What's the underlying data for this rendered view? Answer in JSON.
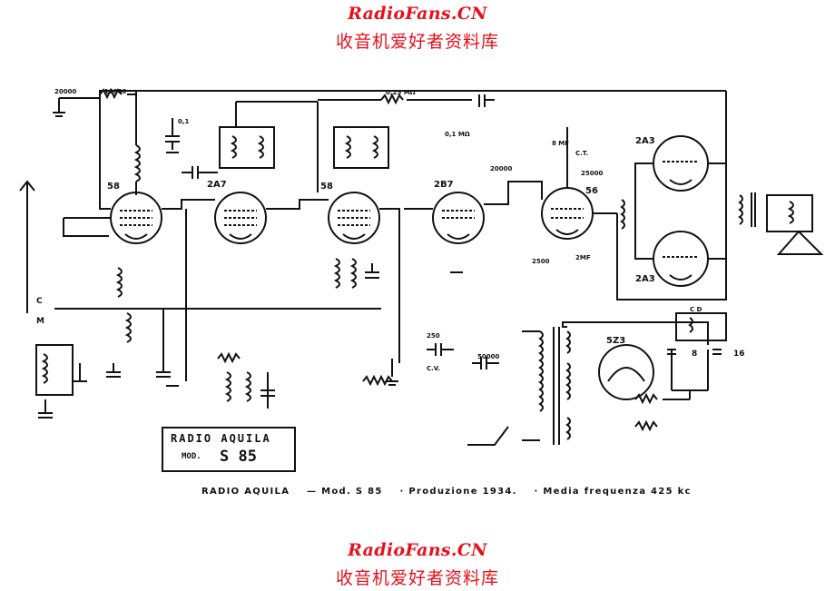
{
  "watermark": {
    "site": "RadioFans.CN",
    "chinese": "收音机爱好者资料库"
  },
  "plate": {
    "brand": "RADIO AQUILA",
    "mod_label": "MOD.",
    "model": "S 85"
  },
  "caption": {
    "brand": "RADIO AQUILA",
    "model": "— Mod. S 85",
    "production": "· Produzione 1934.",
    "if_freq": "· Media frequenza 425 kc"
  },
  "tubes": [
    {
      "id": "58a",
      "label": "58"
    },
    {
      "id": "2a7",
      "label": "2A7"
    },
    {
      "id": "58b",
      "label": "58"
    },
    {
      "id": "2b7",
      "label": "2B7"
    },
    {
      "id": "56",
      "label": "56"
    },
    {
      "id": "2a3a",
      "label": "2A3"
    },
    {
      "id": "2a3b",
      "label": "2A3"
    },
    {
      "id": "5z3",
      "label": "5Z3"
    }
  ],
  "part_labels": [
    {
      "id": "r-top-1",
      "text": "20000"
    },
    {
      "id": "r-top-2",
      "text": "10000"
    },
    {
      "id": "r-top-3",
      "text": "0,25 MΩ"
    },
    {
      "id": "r-top-4",
      "text": "0,1 MΩ"
    },
    {
      "id": "c-top-1",
      "text": "0,1"
    },
    {
      "id": "r-20000",
      "text": "20000"
    },
    {
      "id": "r-25000",
      "text": "25000"
    },
    {
      "id": "r-50000",
      "text": "50000"
    },
    {
      "id": "ct",
      "text": "C.T."
    },
    {
      "id": "c-8mf",
      "text": "8 MF"
    },
    {
      "id": "c-2mf",
      "text": "2MF"
    },
    {
      "id": "r-2500",
      "text": "2500"
    },
    {
      "id": "label-c",
      "text": "C"
    },
    {
      "id": "label-m",
      "text": "M"
    },
    {
      "id": "label-cd",
      "text": "C D"
    },
    {
      "id": "cap-8",
      "text": "8"
    },
    {
      "id": "cap-16",
      "text": "16"
    },
    {
      "id": "label-cv",
      "text": "C.V."
    },
    {
      "id": "label-250",
      "text": "250"
    }
  ],
  "colors": {
    "brand_red": "#e8101a",
    "ink": "#111111"
  }
}
